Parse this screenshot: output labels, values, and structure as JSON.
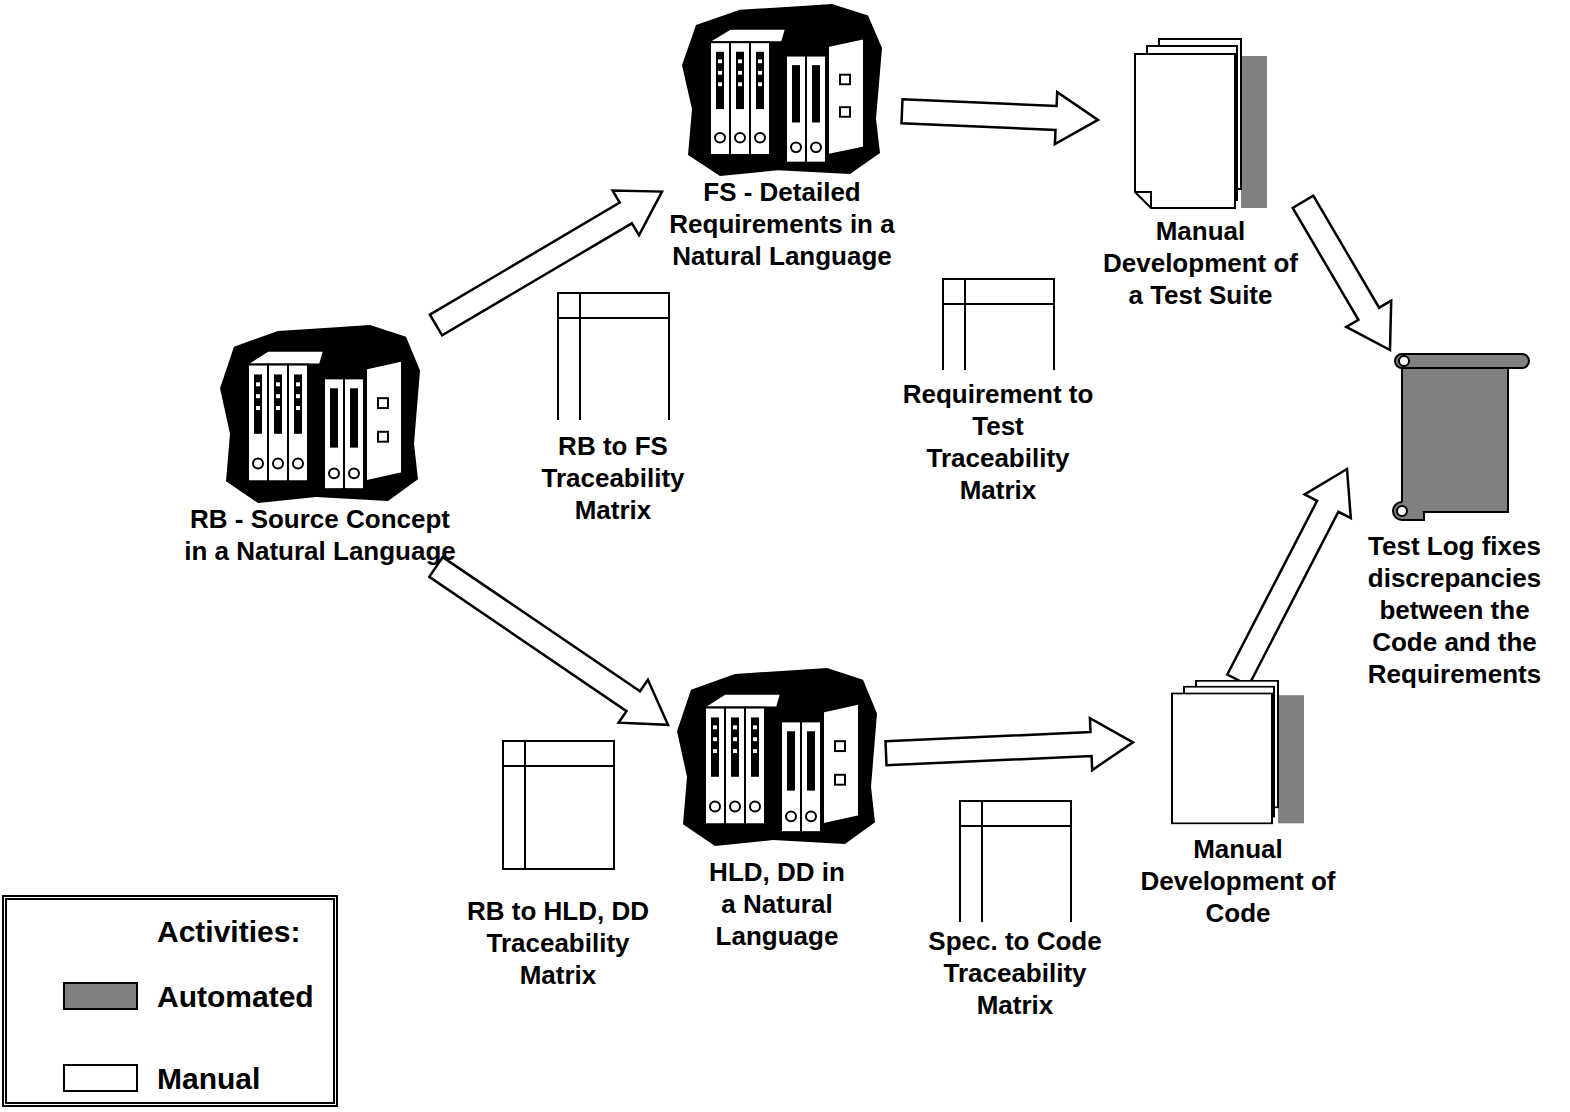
{
  "diagram": {
    "nodes": [
      {
        "text": [
          "RB - Source Concept in a Natural Language"
        ]
      },
      {
        "text": [
          "FS - Detailed Requirements in a Natural Language"
        ]
      },
      {
        "text": [
          "RB to FS Traceability Matrix"
        ]
      },
      {
        "text": [
          "Manual Development of a Test Suite"
        ]
      },
      {
        "text": [
          "Requirement to Test Traceability Matrix"
        ]
      },
      {
        "text": [
          "Test Log fixes discrepancies between the Code and the Requirements"
        ]
      },
      {
        "text": [
          "RB to HLD, DD Traceability Matrix"
        ]
      },
      {
        "text": [
          "HLD, DD in a Natural Language"
        ]
      },
      {
        "text": [
          "Spec. to Code Traceability Matrix"
        ]
      },
      {
        "text": [
          "Manual Development of Code"
        ]
      }
    ],
    "edges": [
      {
        "from": 0,
        "to": 1,
        "arrow": "to"
      },
      {
        "from": 0,
        "to": 7,
        "arrow": "to"
      },
      {
        "from": 1,
        "to": 3,
        "arrow": "to"
      },
      {
        "from": 7,
        "to": 9,
        "arrow": "to"
      },
      {
        "from": 3,
        "to": 5,
        "arrow": "to"
      },
      {
        "from": 9,
        "to": 5,
        "arrow": "to"
      }
    ],
    "labels": [
      "Activities:"
    ],
    "legend": [
      {
        "text": "Automated",
        "color": "#808080"
      },
      {
        "text": "Manual",
        "color": "#ffffff"
      }
    ]
  }
}
